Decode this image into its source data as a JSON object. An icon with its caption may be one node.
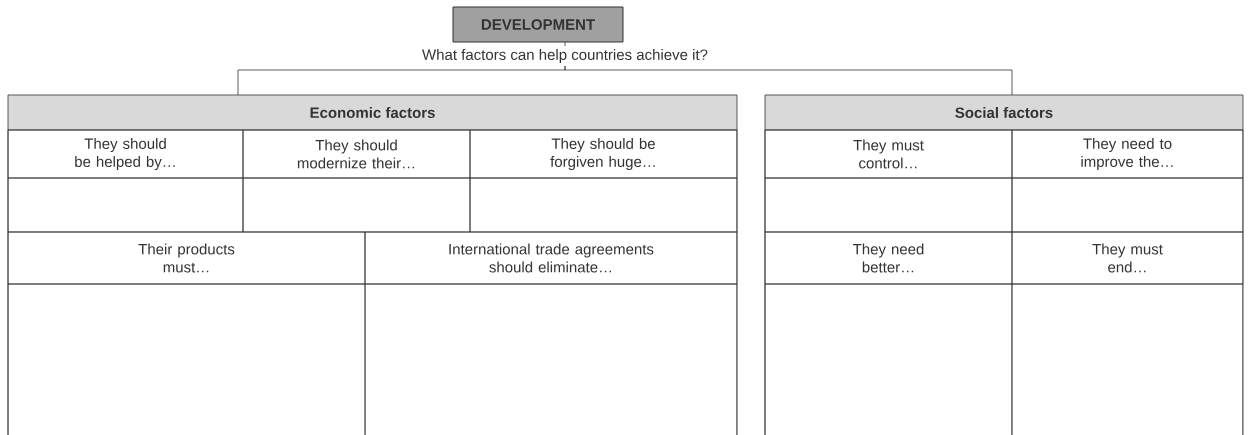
{
  "diagram": {
    "nodes": [
      {
        "text": [
          "DEVELOPMENT"
        ]
      },
      {
        "text": [
          "What factors can help countries achieve it?"
        ]
      },
      {
        "text": [
          "Economic factors"
        ]
      },
      {
        "text": [
          "They should be helped by…"
        ],
        "in": 2
      },
      {
        "text": [
          "They should modernize their…"
        ],
        "in": 2
      },
      {
        "text": [
          "They should be forgiven huge…"
        ],
        "in": 2
      },
      {
        "text": [],
        "shape": "box",
        "in": 2
      },
      {
        "text": [],
        "shape": "box",
        "in": 2
      },
      {
        "text": [],
        "shape": "box",
        "in": 2
      },
      {
        "text": [
          "Their products must…"
        ],
        "in": 2
      },
      {
        "text": [
          "International trade agreements should eliminate…"
        ],
        "in": 2
      },
      {
        "text": [],
        "shape": "box",
        "in": 2
      },
      {
        "text": [],
        "shape": "box",
        "in": 2
      },
      {
        "text": [
          "Social factors"
        ]
      },
      {
        "text": [
          "They must control…"
        ],
        "in": 13
      },
      {
        "text": [
          "They need to improve the…"
        ],
        "in": 13
      },
      {
        "text": [],
        "shape": "box",
        "in": 13
      },
      {
        "text": [],
        "shape": "box",
        "in": 13
      },
      {
        "text": [
          "They need better…"
        ],
        "in": 13
      },
      {
        "text": [
          "They must end…"
        ],
        "in": 13
      },
      {
        "text": [],
        "shape": "box",
        "in": 13
      },
      {
        "text": [],
        "shape": "box",
        "in": 13
      }
    ],
    "edges": [
      {
        "from": 0,
        "to": 1,
        "arrow": "none"
      },
      {
        "from": 1,
        "to": 2,
        "arrow": "none"
      },
      {
        "from": 1,
        "to": 13,
        "arrow": "none"
      }
    ]
  }
}
